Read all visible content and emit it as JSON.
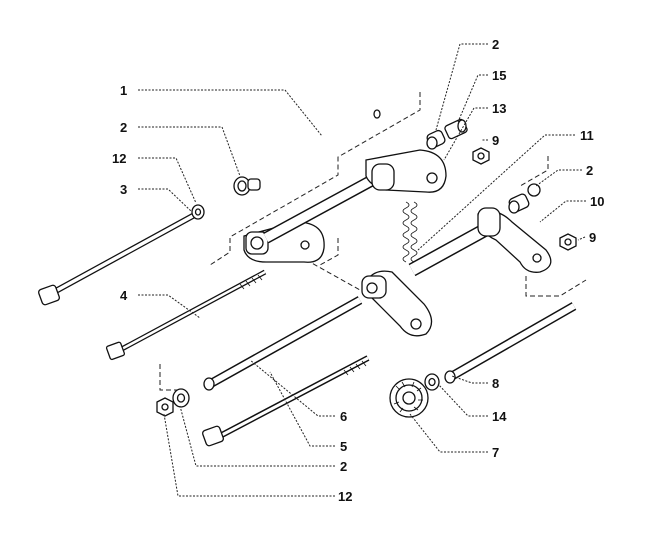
{
  "callouts": {
    "c1": "1",
    "c2_top": "2",
    "c2_mid": "2",
    "c2_right": "2",
    "c2_bottom": "2",
    "c3": "3",
    "c4": "4",
    "c5": "5",
    "c6": "6",
    "c7": "7",
    "c8": "8",
    "c9_top": "9",
    "c9_right": "9",
    "c10": "10",
    "c11": "11",
    "c12_top": "12",
    "c12_bottom": "12",
    "c13": "13",
    "c14": "14",
    "c15": "15"
  }
}
